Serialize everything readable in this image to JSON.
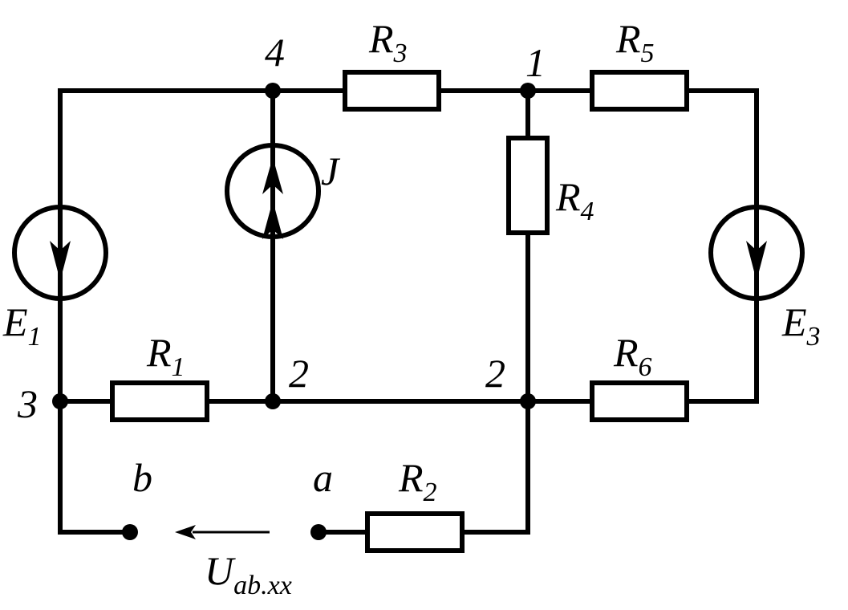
{
  "nodes": {
    "n4": "4",
    "n1": "1",
    "n3": "3",
    "n2_left": "2",
    "n2_right": "2",
    "a": "a",
    "b": "b"
  },
  "resistors": {
    "R1": {
      "letter": "R",
      "sub": "1"
    },
    "R2": {
      "letter": "R",
      "sub": "2"
    },
    "R3": {
      "letter": "R",
      "sub": "3"
    },
    "R4": {
      "letter": "R",
      "sub": "4"
    },
    "R5": {
      "letter": "R",
      "sub": "5"
    },
    "R6": {
      "letter": "R",
      "sub": "6"
    }
  },
  "sources": {
    "E1": {
      "letter": "E",
      "sub": "1"
    },
    "E3": {
      "letter": "E",
      "sub": "3"
    },
    "J": {
      "letter": "J"
    }
  },
  "voltage": {
    "letter": "U",
    "sub": "ab.xx"
  }
}
